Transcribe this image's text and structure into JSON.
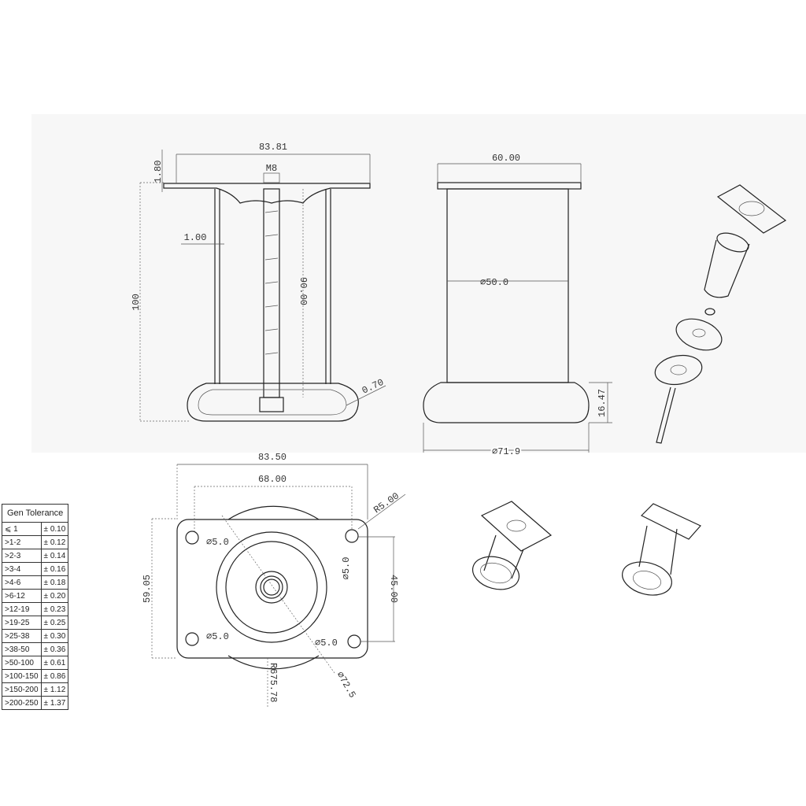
{
  "front_section": {
    "width": "83.81",
    "plate_thickness": "1.80",
    "thread": "M8",
    "wall": "1.00",
    "height": "100",
    "bolt_length": "90.00",
    "base_thickness": "0.70"
  },
  "side_view": {
    "plate_width": "60.00",
    "tube_diameter": "⌀50.0",
    "base_height": "16.47",
    "base_diameter": "⌀71.9"
  },
  "bottom_view": {
    "plate_width": "83.50",
    "hole_spacing_x": "68.00",
    "corner_radius": "R5.00",
    "plate_height": "59.05",
    "hole_spacing_y": "45.00",
    "hole_dia": [
      "⌀5.0",
      "⌀5.0",
      "⌀5.0",
      "⌀5.0"
    ],
    "arc_radius": "R675.78",
    "base_diameter": "⌀72.5"
  },
  "tolerance_table": {
    "title": "Gen Tolerance",
    "rows": [
      {
        "range": "⩽ 1",
        "tol": "± 0.10"
      },
      {
        "range": ">1-2",
        "tol": "± 0.12"
      },
      {
        "range": ">2-3",
        "tol": "± 0.14"
      },
      {
        "range": ">3-4",
        "tol": "± 0.16"
      },
      {
        "range": ">4-6",
        "tol": "± 0.18"
      },
      {
        "range": ">6-12",
        "tol": "± 0.20"
      },
      {
        "range": ">12-19",
        "tol": "± 0.23"
      },
      {
        "range": ">19-25",
        "tol": "± 0.25"
      },
      {
        "range": ">25-38",
        "tol": "± 0.30"
      },
      {
        "range": ">38-50",
        "tol": "± 0.36"
      },
      {
        "range": ">50-100",
        "tol": "± 0.61"
      },
      {
        "range": ">100-150",
        "tol": "± 0.86"
      },
      {
        "range": ">150-200",
        "tol": "± 1.12"
      },
      {
        "range": ">200-250",
        "tol": "± 1.37"
      }
    ]
  }
}
